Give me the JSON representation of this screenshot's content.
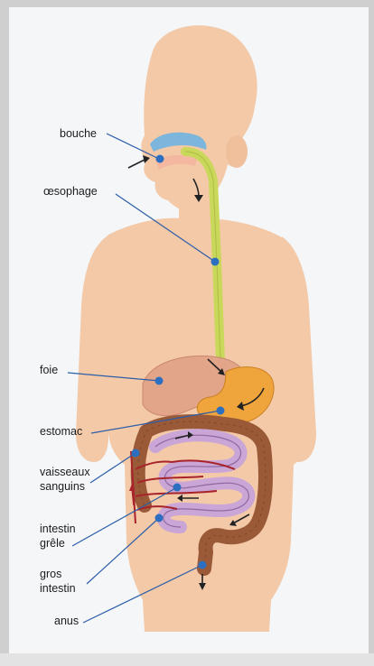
{
  "labels": {
    "mouth": "bouche",
    "esophagus": "œsophage",
    "liver": "foie",
    "stomach": "estomac",
    "blood_vessels": [
      "vaisseaux",
      "sanguins"
    ],
    "small_intestine": [
      "intestin",
      "grêle"
    ],
    "large_intestine": [
      "gros",
      "intestin"
    ],
    "anus": "anus"
  },
  "colors": {
    "skin": "#f3c9a8",
    "esophagus": "#c9d85a",
    "liver": "#e3a58a",
    "stomach": "#f0a43c",
    "small_intestine": "#c9a6d6",
    "large_intestine": "#9a5a38",
    "blood_vessels": "#a8232a",
    "mouth": "#7db6dc",
    "leader": "#2c5ea8"
  }
}
